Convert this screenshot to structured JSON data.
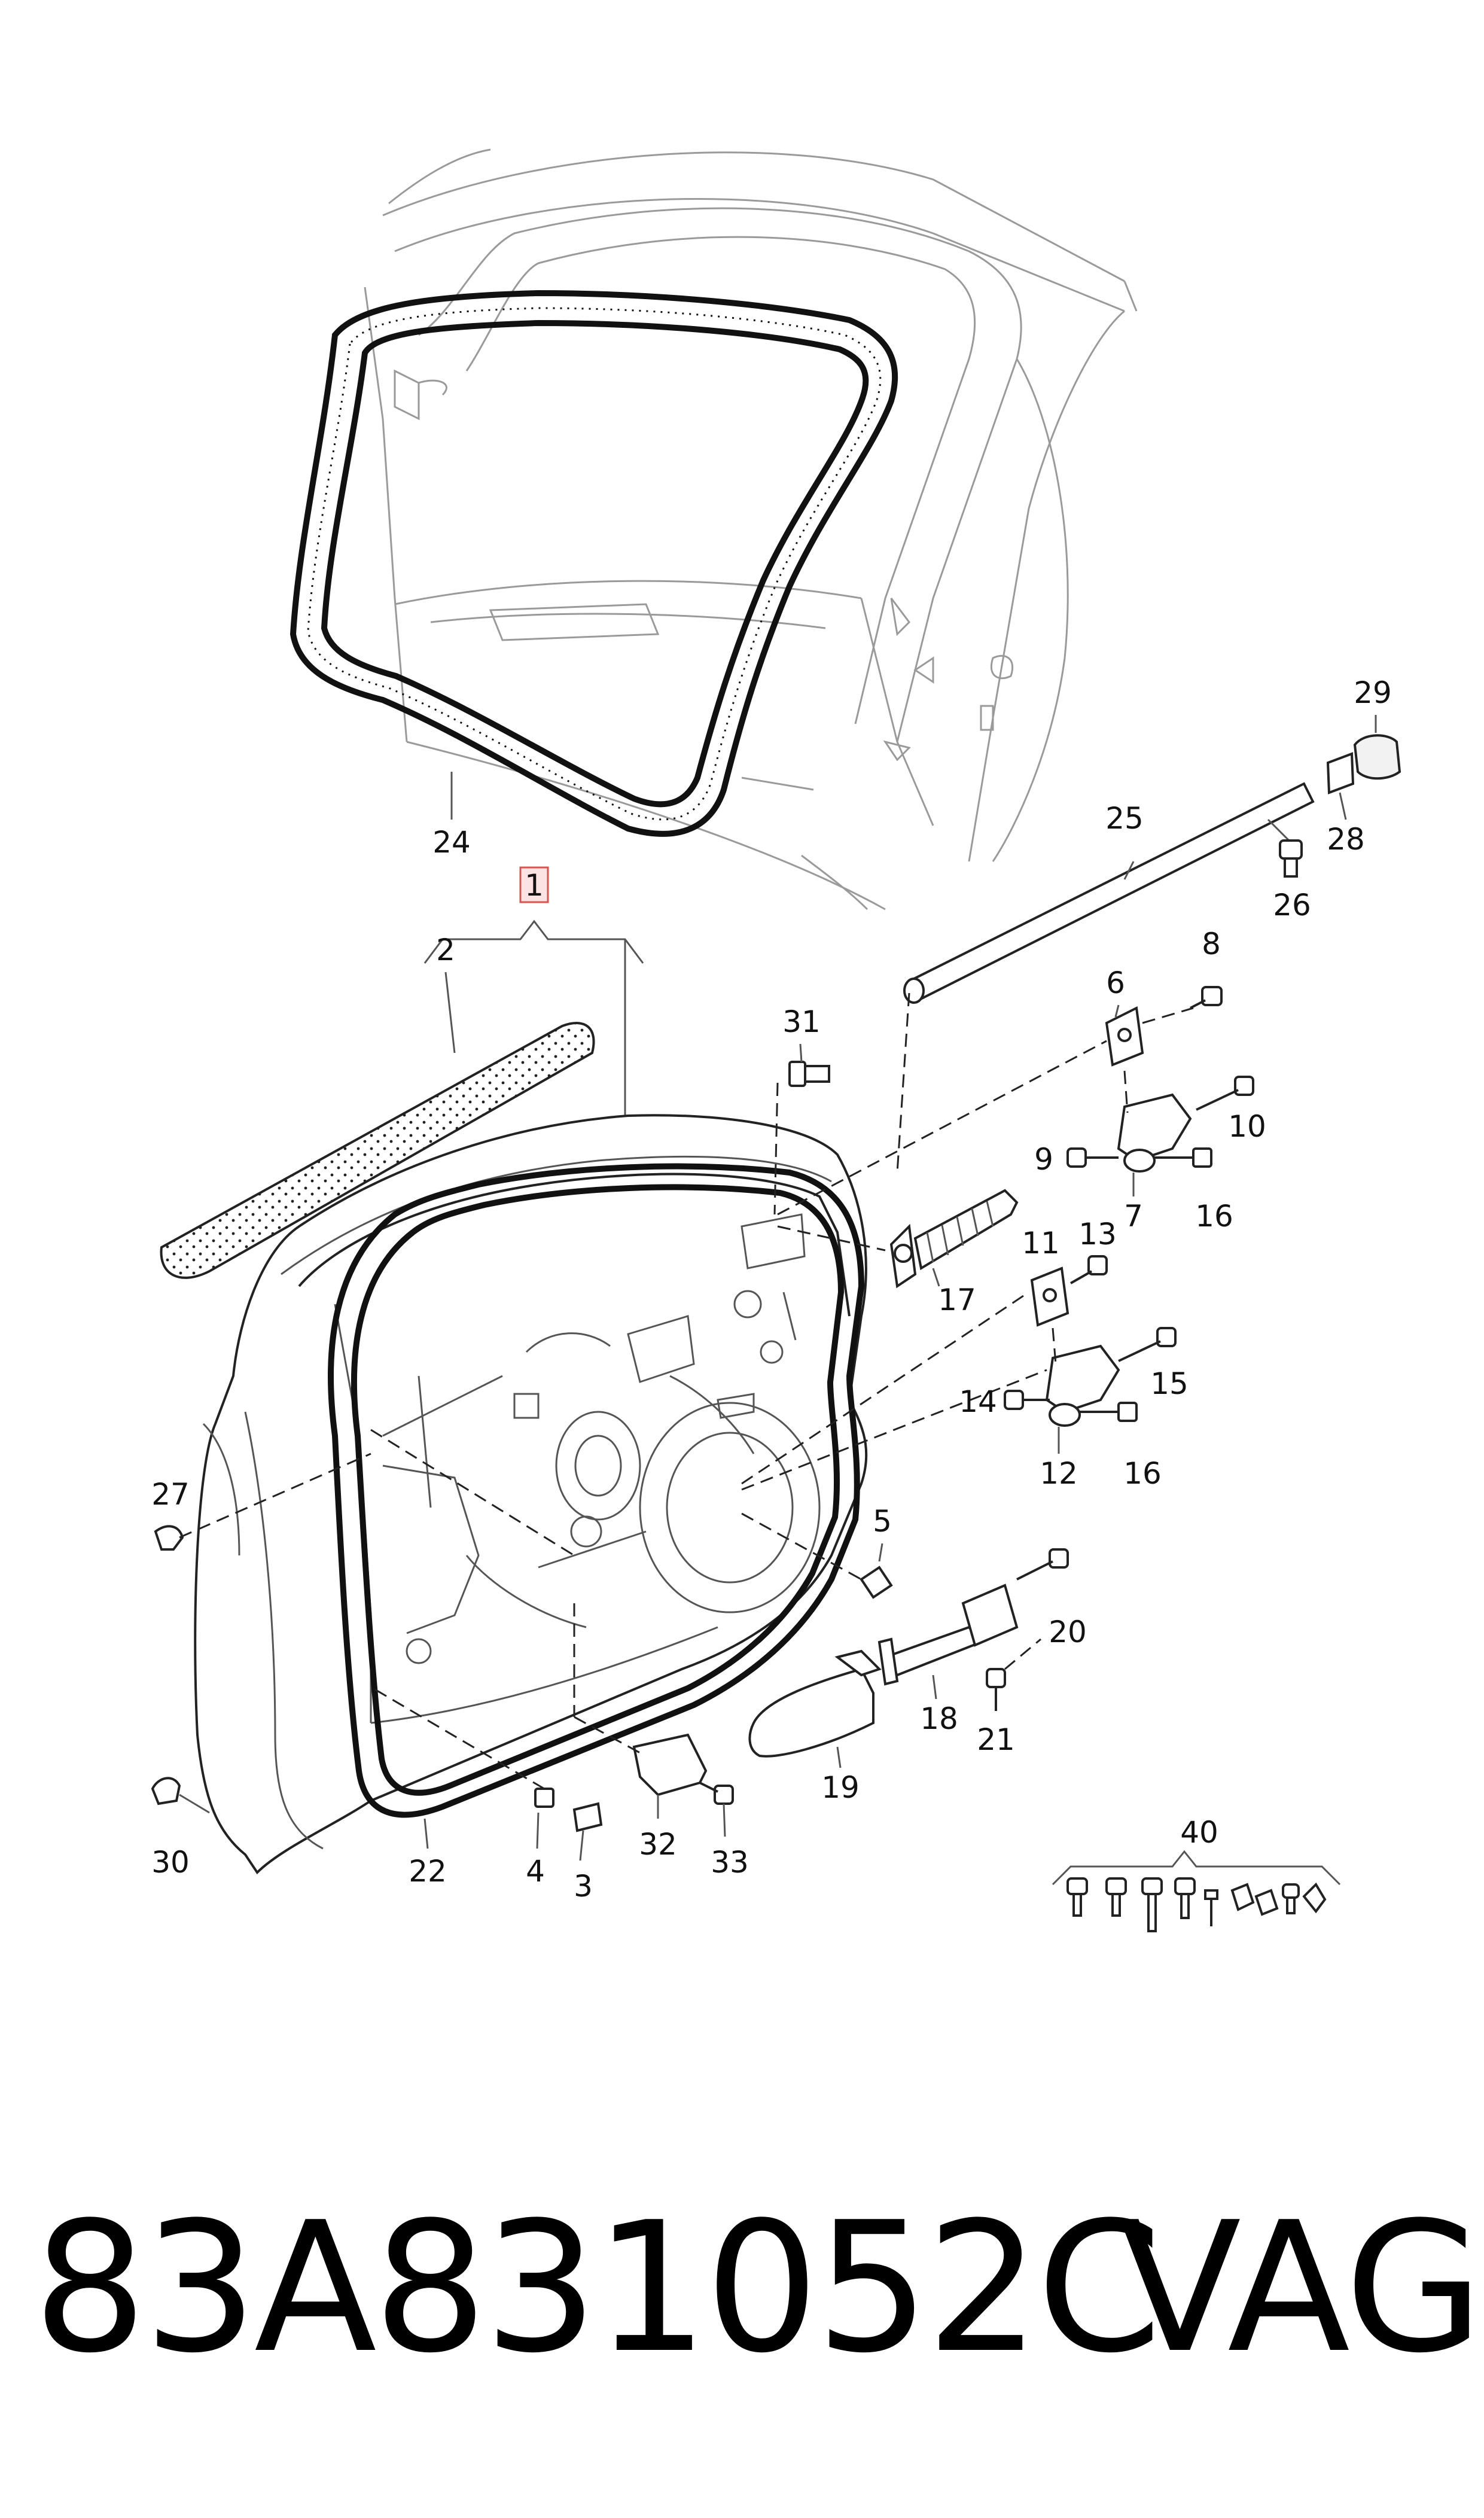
{
  "callouts": {
    "c1": "1",
    "c2": "2",
    "c3": "3",
    "c4": "4",
    "c5": "5",
    "c6": "6",
    "c7": "7",
    "c8": "8",
    "c9": "9",
    "c10": "10",
    "c11": "11",
    "c12": "12",
    "c13": "13",
    "c14": "14",
    "c15": "15",
    "c16a": "16",
    "c16b": "16",
    "c17": "17",
    "c18": "18",
    "c19": "19",
    "c20": "20",
    "c21": "21",
    "c22": "22",
    "c24": "24",
    "c25": "25",
    "c26": "26",
    "c27": "27",
    "c28": "28",
    "c29": "29",
    "c30": "30",
    "c31": "31",
    "c32": "32",
    "c33": "33",
    "c40": "40"
  },
  "footer": {
    "part_number": "83A831052C",
    "brand": "VAG"
  },
  "colors": {
    "line": "#222222",
    "highlight_box_border": "#d9534f",
    "highlight_box_fill": "#fbe3e3"
  }
}
